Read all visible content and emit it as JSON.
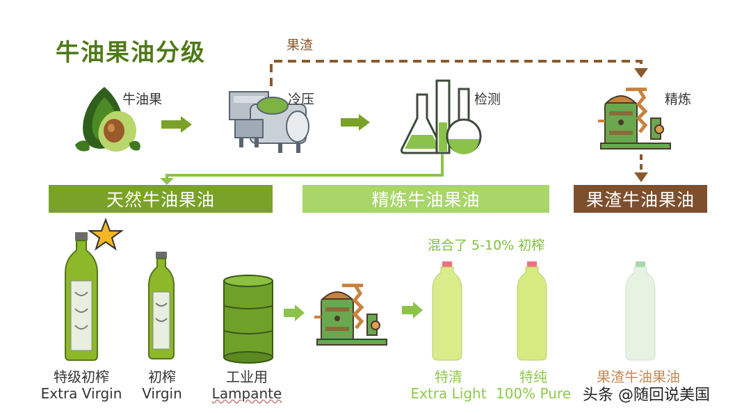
{
  "title": "牛油果油分级",
  "process": {
    "avocado": "牛油果",
    "cold_press": "冷压",
    "testing": "检测",
    "refining": "精炼",
    "residue": "果渣"
  },
  "categories": {
    "natural": "天然牛油果油",
    "refined": "精炼牛油果油",
    "pomace": "果渣牛油果油"
  },
  "blend_note": "混合了 5-10% 初榨",
  "grades": [
    {
      "zh": "特级初榨",
      "en": "Extra Virgin"
    },
    {
      "zh": "初榨",
      "en": "Virgin"
    },
    {
      "zh": "工业用",
      "en": "Lampante"
    },
    {
      "zh": "特清",
      "en": "Extra Light"
    },
    {
      "zh": "特纯",
      "en": "100% Pure"
    },
    {
      "zh": "果渣牛油果油",
      "en": ""
    }
  ],
  "watermark": "头条 @随回说美国",
  "colors": {
    "dark_green": "#7aa228",
    "light_green": "#a8d66a",
    "brown": "#7d4f2d",
    "title_green": "#4f7a1a"
  }
}
